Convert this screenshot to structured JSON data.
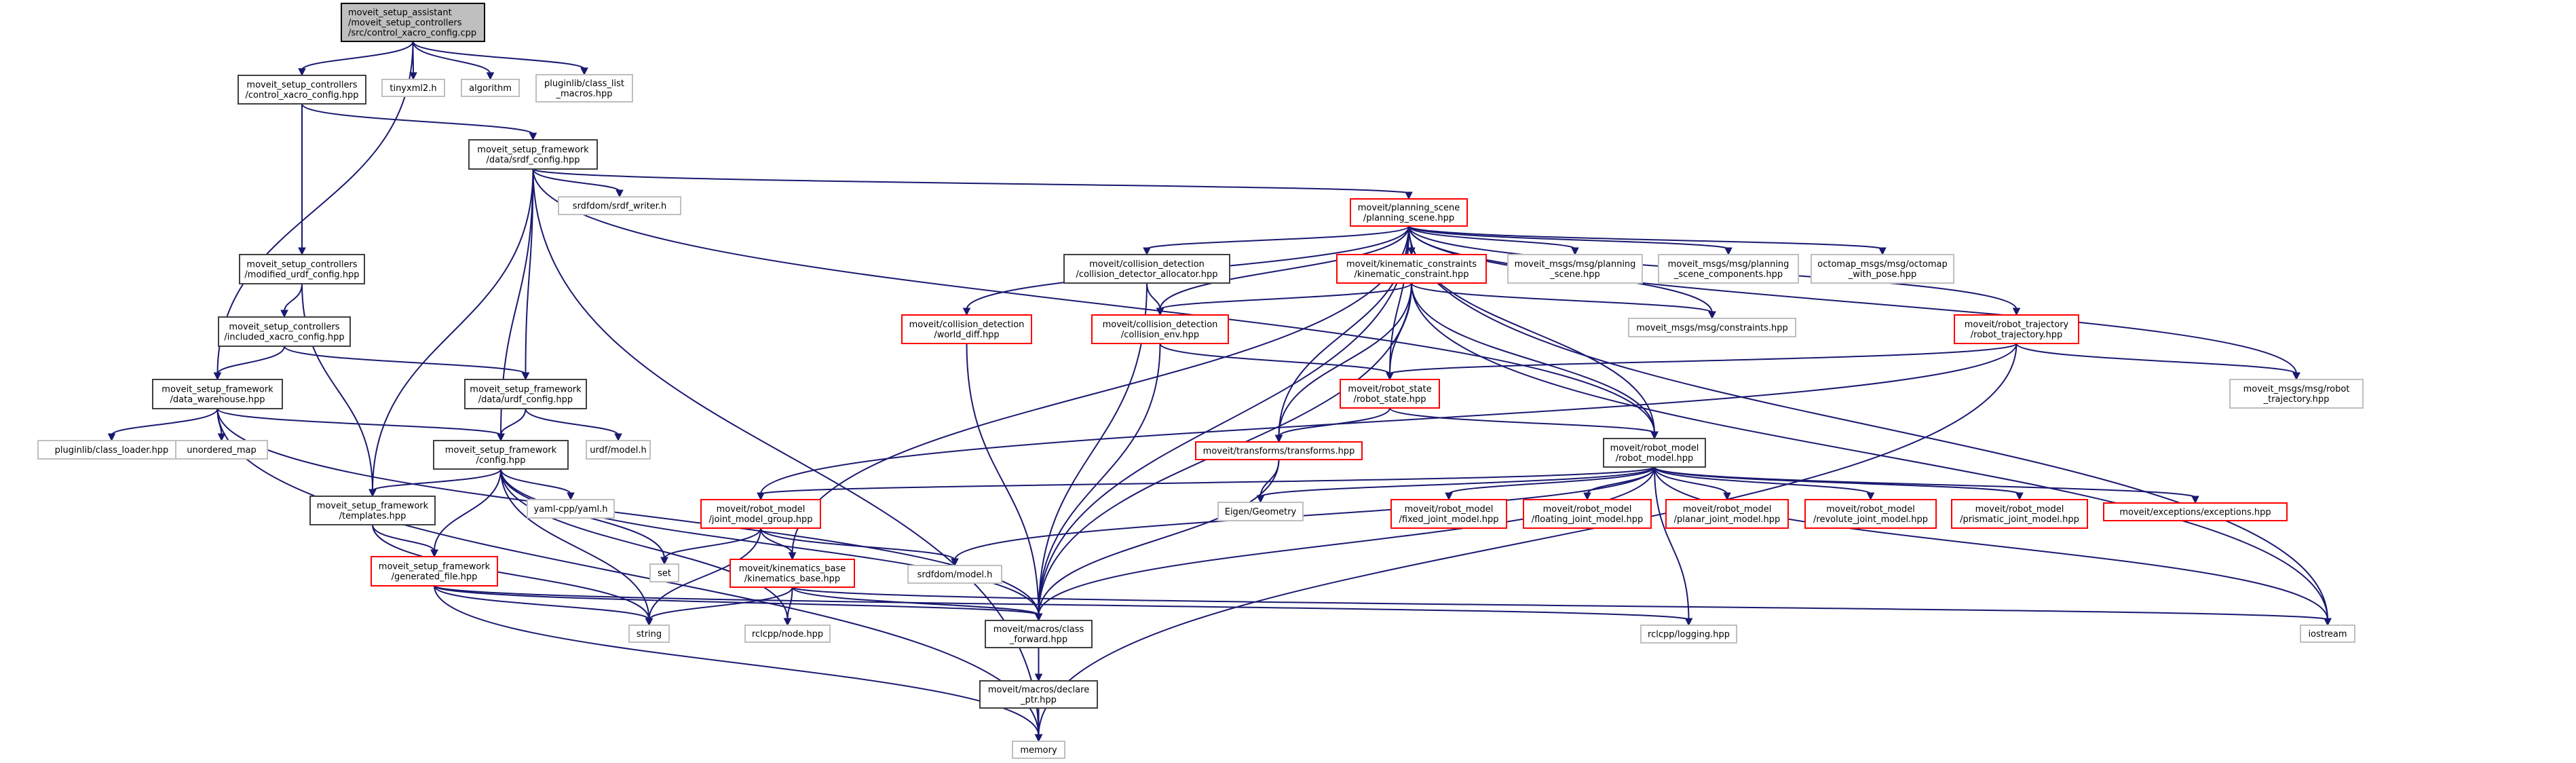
{
  "title": "Include dependency graph for control_xacro_config.cpp",
  "colors": {
    "edge": "#191970",
    "root_fill": "#bfbfbf",
    "root_border": "#000000",
    "documented_border": "#404040",
    "truncated_border": "#ff0000",
    "external_border": "#bfbfbf"
  },
  "nodes": [
    {
      "id": "root",
      "lines": [
        "moveit_setup_assistant",
        "/moveit_setup_controllers",
        "/src/control_xacro_config.cpp"
      ],
      "kind": "root"
    },
    {
      "id": "control_xacro_hpp",
      "lines": [
        "moveit_setup_controllers",
        "/control_xacro_config.hpp"
      ],
      "kind": "doc"
    },
    {
      "id": "tinyxml2",
      "lines": [
        "tinyxml2.h"
      ],
      "kind": "ext"
    },
    {
      "id": "algorithm",
      "lines": [
        "algorithm"
      ],
      "kind": "ext"
    },
    {
      "id": "class_list_macros",
      "lines": [
        "pluginlib/class_list",
        "_macros.hpp"
      ],
      "kind": "ext"
    },
    {
      "id": "srdf_config",
      "lines": [
        "moveit_setup_framework",
        "/data/srdf_config.hpp"
      ],
      "kind": "doc"
    },
    {
      "id": "srdf_writer",
      "lines": [
        "srdfdom/srdf_writer.h"
      ],
      "kind": "ext"
    },
    {
      "id": "planning_scene",
      "lines": [
        "moveit/planning_scene",
        "/planning_scene.hpp"
      ],
      "kind": "trunc"
    },
    {
      "id": "modified_urdf",
      "lines": [
        "moveit_setup_controllers",
        "/modified_urdf_config.hpp"
      ],
      "kind": "doc"
    },
    {
      "id": "included_xacro",
      "lines": [
        "moveit_setup_controllers",
        "/included_xacro_config.hpp"
      ],
      "kind": "doc"
    },
    {
      "id": "data_warehouse",
      "lines": [
        "moveit_setup_framework",
        "/data_warehouse.hpp"
      ],
      "kind": "doc"
    },
    {
      "id": "urdf_config",
      "lines": [
        "moveit_setup_framework",
        "/data/urdf_config.hpp"
      ],
      "kind": "doc"
    },
    {
      "id": "class_loader",
      "lines": [
        "pluginlib/class_loader.hpp"
      ],
      "kind": "ext"
    },
    {
      "id": "unordered_map",
      "lines": [
        "unordered_map"
      ],
      "kind": "ext"
    },
    {
      "id": "urdf_model",
      "lines": [
        "urdf/model.h"
      ],
      "kind": "ext"
    },
    {
      "id": "config",
      "lines": [
        "moveit_setup_framework",
        "/config.hpp"
      ],
      "kind": "doc"
    },
    {
      "id": "yaml",
      "lines": [
        "yaml-cpp/yaml.h"
      ],
      "kind": "ext"
    },
    {
      "id": "templates",
      "lines": [
        "moveit_setup_framework",
        "/templates.hpp"
      ],
      "kind": "doc"
    },
    {
      "id": "generated_file",
      "lines": [
        "moveit_setup_framework",
        "/generated_file.hpp"
      ],
      "kind": "trunc"
    },
    {
      "id": "set",
      "lines": [
        "set"
      ],
      "kind": "ext"
    },
    {
      "id": "string",
      "lines": [
        "string"
      ],
      "kind": "ext"
    },
    {
      "id": "rclcpp_node",
      "lines": [
        "rclcpp/node.hpp"
      ],
      "kind": "ext"
    },
    {
      "id": "collision_allocator",
      "lines": [
        "moveit/collision_detection",
        "/collision_detector_allocator.hpp"
      ],
      "kind": "doc"
    },
    {
      "id": "world_diff",
      "lines": [
        "moveit/collision_detection",
        "/world_diff.hpp"
      ],
      "kind": "trunc"
    },
    {
      "id": "collision_env",
      "lines": [
        "moveit/collision_detection",
        "/collision_env.hpp"
      ],
      "kind": "trunc"
    },
    {
      "id": "kinematic_constraint",
      "lines": [
        "moveit/kinematic_constraints",
        "/kinematic_constraint.hpp"
      ],
      "kind": "trunc"
    },
    {
      "id": "msg_planning_scene",
      "lines": [
        "moveit_msgs/msg/planning",
        "_scene.hpp"
      ],
      "kind": "ext"
    },
    {
      "id": "msg_ps_components",
      "lines": [
        "moveit_msgs/msg/planning",
        "_scene_components.hpp"
      ],
      "kind": "ext"
    },
    {
      "id": "octomap",
      "lines": [
        "octomap_msgs/msg/octomap",
        "_with_pose.hpp"
      ],
      "kind": "ext"
    },
    {
      "id": "msg_constraints",
      "lines": [
        "moveit_msgs/msg/constraints.hpp"
      ],
      "kind": "ext"
    },
    {
      "id": "robot_trajectory",
      "lines": [
        "moveit/robot_trajectory",
        "/robot_trajectory.hpp"
      ],
      "kind": "trunc"
    },
    {
      "id": "robot_state",
      "lines": [
        "moveit/robot_state",
        "/robot_state.hpp"
      ],
      "kind": "trunc"
    },
    {
      "id": "msg_robot_trajectory",
      "lines": [
        "moveit_msgs/msg/robot",
        "_trajectory.hpp"
      ],
      "kind": "ext"
    },
    {
      "id": "transforms",
      "lines": [
        "moveit/transforms/transforms.hpp"
      ],
      "kind": "trunc"
    },
    {
      "id": "robot_model",
      "lines": [
        "moveit/robot_model",
        "/robot_model.hpp"
      ],
      "kind": "doc"
    },
    {
      "id": "eigen",
      "lines": [
        "Eigen/Geometry"
      ],
      "kind": "ext"
    },
    {
      "id": "joint_model_group",
      "lines": [
        "moveit/robot_model",
        "/joint_model_group.hpp"
      ],
      "kind": "trunc"
    },
    {
      "id": "fixed_joint",
      "lines": [
        "moveit/robot_model",
        "/fixed_joint_model.hpp"
      ],
      "kind": "trunc"
    },
    {
      "id": "floating_joint",
      "lines": [
        "moveit/robot_model",
        "/floating_joint_model.hpp"
      ],
      "kind": "trunc"
    },
    {
      "id": "planar_joint",
      "lines": [
        "moveit/robot_model",
        "/planar_joint_model.hpp"
      ],
      "kind": "trunc"
    },
    {
      "id": "revolute_joint",
      "lines": [
        "moveit/robot_model",
        "/revolute_joint_model.hpp"
      ],
      "kind": "trunc"
    },
    {
      "id": "prismatic_joint",
      "lines": [
        "moveit/robot_model",
        "/prismatic_joint_model.hpp"
      ],
      "kind": "trunc"
    },
    {
      "id": "exceptions",
      "lines": [
        "moveit/exceptions/exceptions.hpp"
      ],
      "kind": "trunc"
    },
    {
      "id": "kinematics_base",
      "lines": [
        "moveit/kinematics_base",
        "/kinematics_base.hpp"
      ],
      "kind": "trunc"
    },
    {
      "id": "srdf_model",
      "lines": [
        "srdfdom/model.h"
      ],
      "kind": "ext"
    },
    {
      "id": "class_forward",
      "lines": [
        "moveit/macros/class",
        "_forward.hpp"
      ],
      "kind": "doc"
    },
    {
      "id": "rclcpp_logging",
      "lines": [
        "rclcpp/logging.hpp"
      ],
      "kind": "ext"
    },
    {
      "id": "iostream",
      "lines": [
        "iostream"
      ],
      "kind": "ext"
    },
    {
      "id": "declare_ptr",
      "lines": [
        "moveit/macros/declare",
        "_ptr.hpp"
      ],
      "kind": "doc"
    },
    {
      "id": "memory",
      "lines": [
        "memory"
      ],
      "kind": "ext"
    }
  ],
  "edges": [
    [
      "root",
      "control_xacro_hpp"
    ],
    [
      "root",
      "tinyxml2"
    ],
    [
      "root",
      "algorithm"
    ],
    [
      "root",
      "class_list_macros"
    ],
    [
      "root",
      "data_warehouse"
    ],
    [
      "control_xacro_hpp",
      "srdf_config"
    ],
    [
      "control_xacro_hpp",
      "modified_urdf"
    ],
    [
      "srdf_config",
      "srdf_writer"
    ],
    [
      "srdf_config",
      "planning_scene"
    ],
    [
      "srdf_config",
      "urdf_config"
    ],
    [
      "srdf_config",
      "config"
    ],
    [
      "srdf_config",
      "templates"
    ],
    [
      "srdf_config",
      "robot_model"
    ],
    [
      "srdf_config",
      "memory"
    ],
    [
      "modified_urdf",
      "included_xacro"
    ],
    [
      "modified_urdf",
      "templates"
    ],
    [
      "included_xacro",
      "data_warehouse"
    ],
    [
      "included_xacro",
      "urdf_config"
    ],
    [
      "data_warehouse",
      "class_loader"
    ],
    [
      "data_warehouse",
      "unordered_map"
    ],
    [
      "data_warehouse",
      "config"
    ],
    [
      "data_warehouse",
      "class_forward"
    ],
    [
      "data_warehouse",
      "memory"
    ],
    [
      "urdf_config",
      "config"
    ],
    [
      "urdf_config",
      "urdf_model"
    ],
    [
      "config",
      "templates"
    ],
    [
      "config",
      "yaml"
    ],
    [
      "config",
      "generated_file"
    ],
    [
      "config",
      "set"
    ],
    [
      "config",
      "string"
    ],
    [
      "config",
      "rclcpp_node"
    ],
    [
      "config",
      "class_forward"
    ],
    [
      "templates",
      "generated_file"
    ],
    [
      "templates",
      "string"
    ],
    [
      "generated_file",
      "string"
    ],
    [
      "generated_file",
      "class_forward"
    ],
    [
      "generated_file",
      "memory"
    ],
    [
      "generated_file",
      "rclcpp_logging"
    ],
    [
      "planning_scene",
      "collision_allocator"
    ],
    [
      "planning_scene",
      "world_diff"
    ],
    [
      "planning_scene",
      "collision_env"
    ],
    [
      "planning_scene",
      "kinematic_constraint"
    ],
    [
      "planning_scene",
      "msg_planning_scene"
    ],
    [
      "planning_scene",
      "msg_ps_components"
    ],
    [
      "planning_scene",
      "octomap"
    ],
    [
      "planning_scene",
      "msg_constraints"
    ],
    [
      "planning_scene",
      "robot_trajectory"
    ],
    [
      "planning_scene",
      "robot_state"
    ],
    [
      "planning_scene",
      "transforms"
    ],
    [
      "planning_scene",
      "robot_model"
    ],
    [
      "planning_scene",
      "msg_robot_trajectory"
    ],
    [
      "planning_scene",
      "kinematics_base"
    ],
    [
      "planning_scene",
      "class_forward"
    ],
    [
      "planning_scene",
      "iostream"
    ],
    [
      "collision_allocator",
      "collision_env"
    ],
    [
      "collision_allocator",
      "class_forward"
    ],
    [
      "world_diff",
      "class_forward"
    ],
    [
      "collision_env",
      "robot_state"
    ],
    [
      "collision_env",
      "class_forward"
    ],
    [
      "kinematic_constraint",
      "collision_env"
    ],
    [
      "kinematic_constraint",
      "msg_constraints"
    ],
    [
      "kinematic_constraint",
      "robot_state"
    ],
    [
      "kinematic_constraint",
      "transforms"
    ],
    [
      "kinematic_constraint",
      "robot_model"
    ],
    [
      "kinematic_constraint",
      "class_forward"
    ],
    [
      "kinematic_constraint",
      "iostream"
    ],
    [
      "robot_trajectory",
      "robot_state"
    ],
    [
      "robot_trajectory",
      "msg_robot_trajectory"
    ],
    [
      "robot_trajectory",
      "joint_model_group"
    ],
    [
      "robot_trajectory",
      "memory"
    ],
    [
      "robot_state",
      "transforms"
    ],
    [
      "robot_state",
      "robot_model"
    ],
    [
      "transforms",
      "eigen"
    ],
    [
      "transforms",
      "class_forward"
    ],
    [
      "robot_model",
      "eigen"
    ],
    [
      "robot_model",
      "fixed_joint"
    ],
    [
      "robot_model",
      "floating_joint"
    ],
    [
      "robot_model",
      "planar_joint"
    ],
    [
      "robot_model",
      "revolute_joint"
    ],
    [
      "robot_model",
      "prismatic_joint"
    ],
    [
      "robot_model",
      "exceptions"
    ],
    [
      "robot_model",
      "srdf_model"
    ],
    [
      "robot_model",
      "class_forward"
    ],
    [
      "robot_model",
      "iostream"
    ],
    [
      "robot_model",
      "rclcpp_logging"
    ],
    [
      "robot_model",
      "joint_model_group"
    ],
    [
      "joint_model_group",
      "kinematics_base"
    ],
    [
      "joint_model_group",
      "srdf_model"
    ],
    [
      "joint_model_group",
      "set"
    ],
    [
      "joint_model_group",
      "string"
    ],
    [
      "kinematics_base",
      "string"
    ],
    [
      "kinematics_base",
      "rclcpp_node"
    ],
    [
      "kinematics_base",
      "class_forward"
    ],
    [
      "kinematics_base",
      "iostream"
    ],
    [
      "class_forward",
      "declare_ptr"
    ],
    [
      "declare_ptr",
      "memory"
    ]
  ]
}
